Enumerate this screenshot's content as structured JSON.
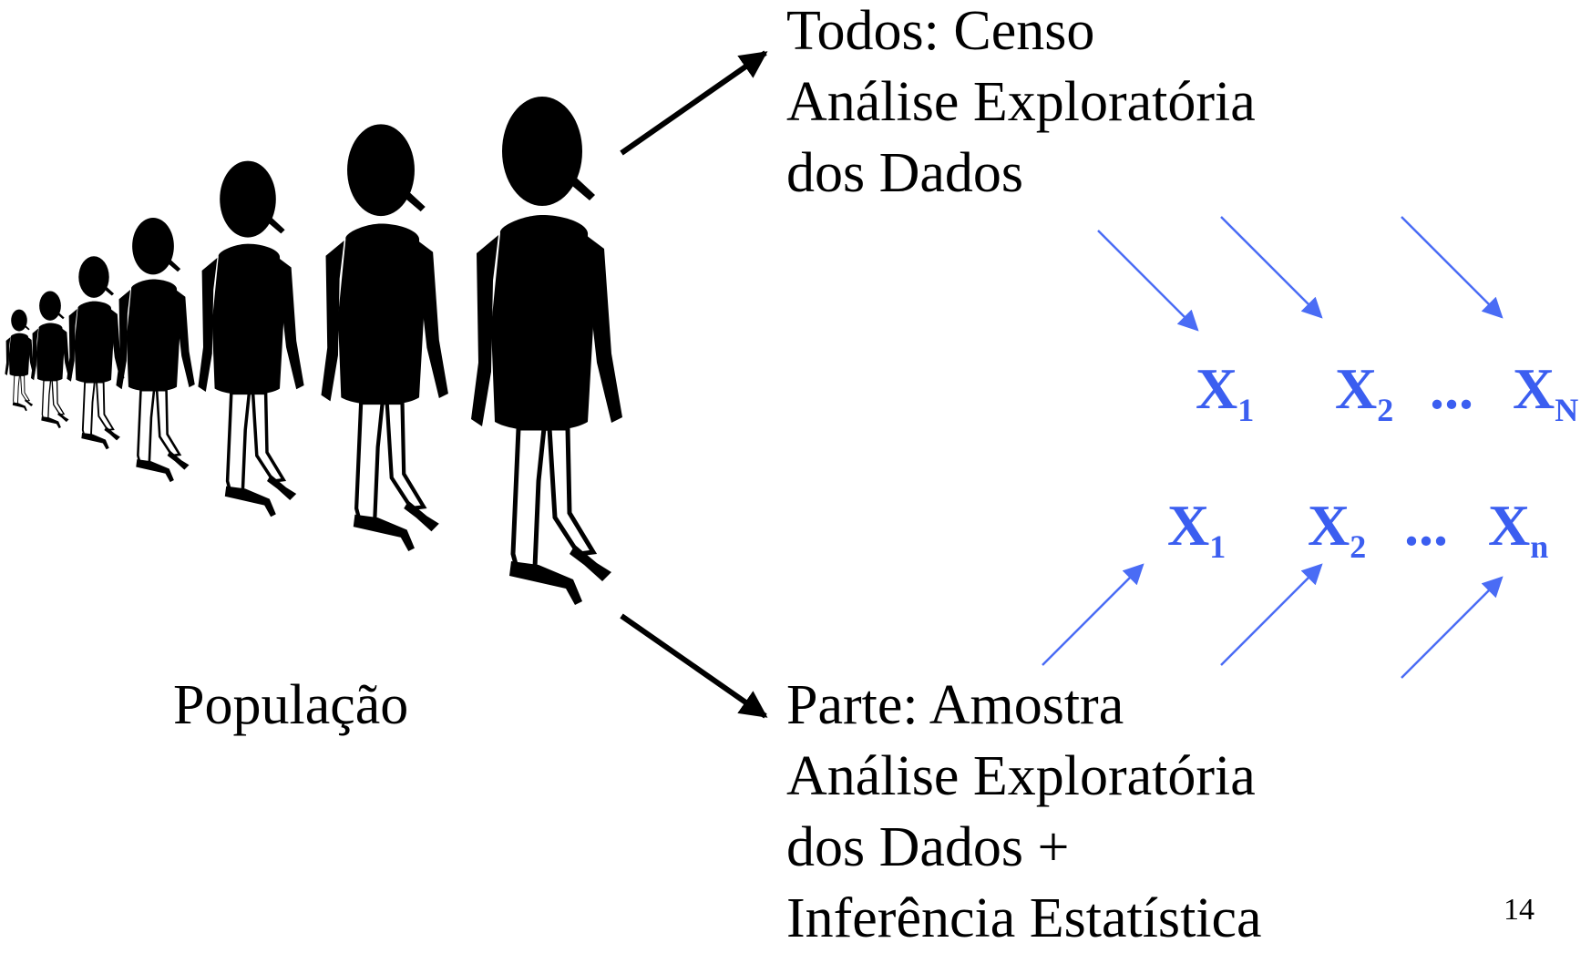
{
  "population_label": "População",
  "census": {
    "line1": "Todos: Censo",
    "line2": "Análise Exploratória",
    "line3": "dos Dados"
  },
  "sample": {
    "line1": "Parte: Amostra",
    "line2": "Análise Exploratória",
    "line3": "dos Dados +",
    "line4": "Inferência Estatística"
  },
  "population_vars": {
    "v1": "X",
    "s1": "1",
    "v2": "X",
    "s2": "2",
    "ellipsis": "...",
    "v3": "X",
    "s3": "N"
  },
  "sample_vars": {
    "v1": "X",
    "s1": "1",
    "v2": "X",
    "s2": "2",
    "ellipsis": "...",
    "v3": "X",
    "s3": "n"
  },
  "page_number": "14",
  "colors": {
    "variables": "#3b5ef0",
    "arrows_blue": "#4a6cf5",
    "arrows_main": "#000000"
  }
}
